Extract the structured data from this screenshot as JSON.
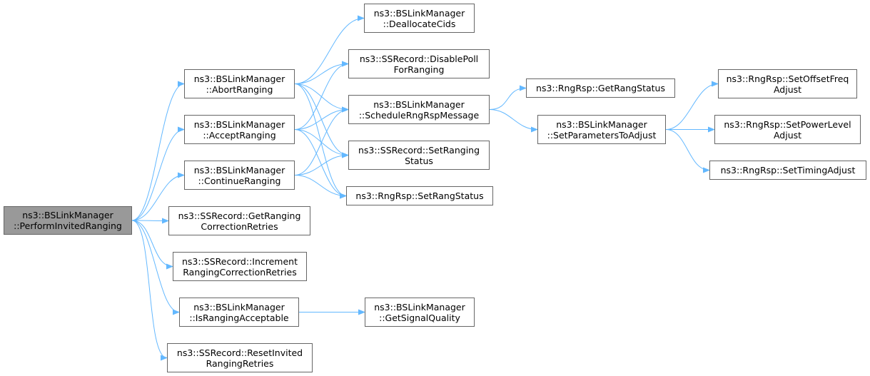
{
  "nodes": {
    "perform": {
      "l1": "ns3::BSLinkManager",
      "l2": "::PerformInvitedRanging",
      "highlighted": true
    },
    "abort": {
      "l1": "ns3::BSLinkManager",
      "l2": "::AbortRanging"
    },
    "accept": {
      "l1": "ns3::BSLinkManager",
      "l2": "::AcceptRanging"
    },
    "continue": {
      "l1": "ns3::BSLinkManager",
      "l2": "::ContinueRanging"
    },
    "getcorr": {
      "l1": "ns3::SSRecord::GetRanging",
      "l2": "CorrectionRetries"
    },
    "incr": {
      "l1": "ns3::SSRecord::Increment",
      "l2": "RangingCorrectionRetries"
    },
    "isacc": {
      "l1": "ns3::BSLinkManager",
      "l2": "::IsRangingAcceptable"
    },
    "reset": {
      "l1": "ns3::SSRecord::ResetInvited",
      "l2": "RangingRetries"
    },
    "dealloc": {
      "l1": "ns3::BSLinkManager",
      "l2": "::DeallocateCids"
    },
    "disable": {
      "l1": "ns3::SSRecord::DisablePoll",
      "l2": "ForRanging"
    },
    "sched": {
      "l1": "ns3::BSLinkManager",
      "l2": "::ScheduleRngRspMessage"
    },
    "setrstat": {
      "l1": "ns3::SSRecord::SetRanging",
      "l2": "Status"
    },
    "setrang": {
      "l1": "ns3::RngRsp::SetRangStatus"
    },
    "getsig": {
      "l1": "ns3::BSLinkManager",
      "l2": "::GetSignalQuality"
    },
    "getrang": {
      "l1": "ns3::RngRsp::GetRangStatus"
    },
    "setparams": {
      "l1": "ns3::BSLinkManager",
      "l2": "::SetParametersToAdjust"
    },
    "offset": {
      "l1": "ns3::RngRsp::SetOffsetFreq",
      "l2": "Adjust"
    },
    "power": {
      "l1": "ns3::RngRsp::SetPowerLevel",
      "l2": "Adjust"
    },
    "timing": {
      "l1": "ns3::RngRsp::SetTimingAdjust"
    }
  },
  "edges": [
    [
      "perform",
      "abort"
    ],
    [
      "perform",
      "accept"
    ],
    [
      "perform",
      "continue"
    ],
    [
      "perform",
      "getcorr"
    ],
    [
      "perform",
      "incr"
    ],
    [
      "perform",
      "isacc"
    ],
    [
      "perform",
      "reset"
    ],
    [
      "abort",
      "dealloc"
    ],
    [
      "abort",
      "disable"
    ],
    [
      "abort",
      "sched"
    ],
    [
      "abort",
      "setrstat"
    ],
    [
      "abort",
      "setrang"
    ],
    [
      "accept",
      "disable"
    ],
    [
      "accept",
      "sched"
    ],
    [
      "accept",
      "setrstat"
    ],
    [
      "accept",
      "setrang"
    ],
    [
      "continue",
      "sched"
    ],
    [
      "continue",
      "setrstat"
    ],
    [
      "continue",
      "setrang"
    ],
    [
      "isacc",
      "getsig"
    ],
    [
      "sched",
      "getrang"
    ],
    [
      "sched",
      "setparams"
    ],
    [
      "setparams",
      "offset"
    ],
    [
      "setparams",
      "power"
    ],
    [
      "setparams",
      "timing"
    ]
  ],
  "colors": {
    "edge": "#63b8ff",
    "border": "#666666",
    "focus_fill": "#999999"
  }
}
